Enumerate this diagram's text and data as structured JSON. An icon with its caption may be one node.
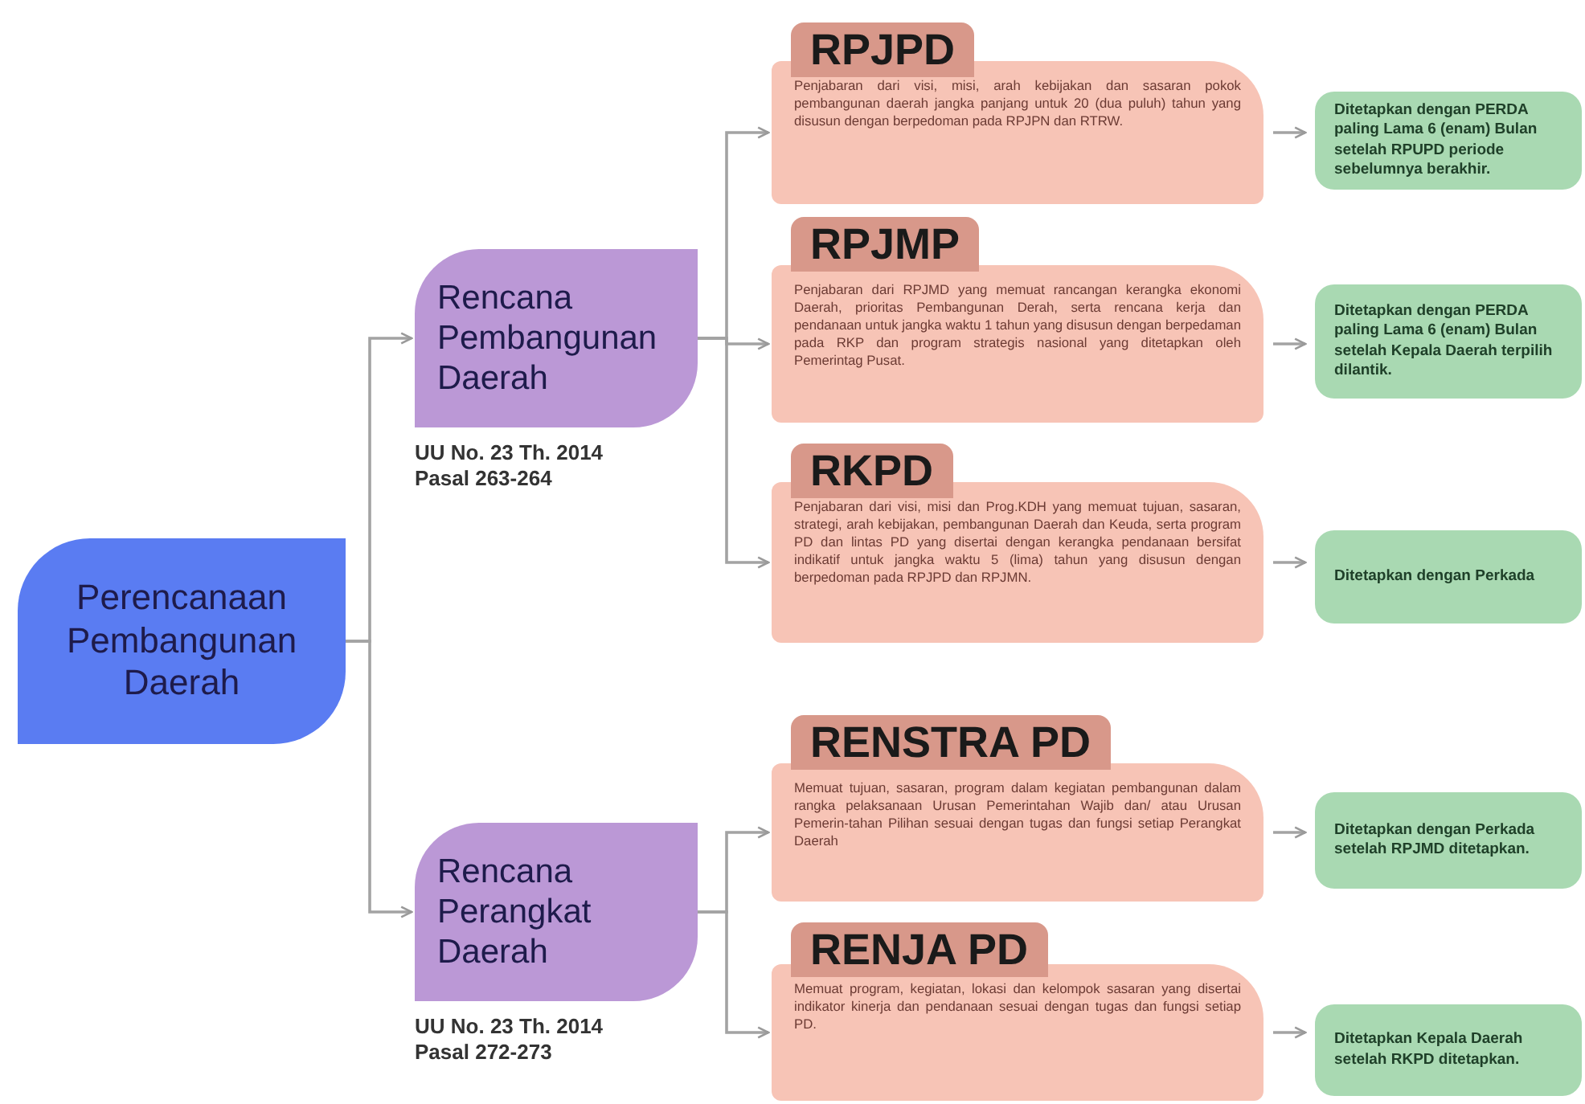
{
  "diagram": {
    "nodes": [
      {
        "text": [
          "Perencanaan Pembangunan Daerah"
        ]
      },
      {
        "text": [
          "Rencana Pembangunan Daerah"
        ],
        "beside": [
          "UU No. 23 Th. 2014 Pasal 263-264"
        ]
      },
      {
        "text": [
          "Rencana Perangkat Daerah"
        ],
        "beside": [
          "UU No. 23 Th. 2014 Pasal 272-273"
        ]
      },
      {
        "text": [
          "RPJPD",
          "Penjabaran dari visi, misi, arah kebijakan dan sasaran pokok pembangunan daerah jangka panjang untuk 20 (dua puluh) tahun yang disusun dengan berpedoman pada RPJPN dan RTRW."
        ]
      },
      {
        "text": [
          "RPJMP",
          "Penjabaran dari RPJMD yang memuat rancangan kerangka ekonomi Daerah, prioritas Pembangunan Derah, serta rencana kerja dan pendanaan untuk jangka waktu 1 tahun yang disusun dengan berpedaman pada RKP dan program strategis nasional yang ditetapkan oleh Pemerintag Pusat."
        ]
      },
      {
        "text": [
          "RKPD",
          "Penjabaran dari visi, misi dan Prog.KDH yang memuat tujuan, sasaran, strategi, arah kebijakan, pembangunan Daerah dan Keuda, serta program PD dan lintas PD yang disertai dengan kerangka pendanaan bersifat indikatif untuk jangka waktu 5 (lima) tahun yang disusun dengan berpedoman pada RPJPD dan RPJMN."
        ]
      },
      {
        "text": [
          "RENSTRA PD",
          "Memuat tujuan, sasaran, program dalam kegiatan pembangunan dalam rangka pelaksanaan Urusan Pemerintahan Wajib dan/ atau Urusan Pemerin-tahan Pilihan sesuai dengan tugas dan fungsi setiap Perangkat Daerah"
        ]
      },
      {
        "text": [
          "RENJA PD",
          "Memuat program, kegiatan, lokasi dan kelompok sasaran yang disertai indikator kinerja dan pendanaan sesuai dengan tugas dan fungsi setiap PD."
        ]
      },
      {
        "text": [
          "Ditetapkan dengan PERDA paling Lama 6 (enam) Bulan setelah RPUPD periode sebelumnya berakhir."
        ]
      },
      {
        "text": [
          "Ditetapkan dengan PERDA paling Lama 6 (enam) Bulan setelah Kepala Daerah terpilih dilantik."
        ]
      },
      {
        "text": [
          "Ditetapkan dengan Perkada"
        ]
      },
      {
        "text": [
          "Ditetapkan dengan Perkada setelah RPJMD ditetapkan."
        ]
      },
      {
        "text": [
          "Ditetapkan Kepala Daerah setelah RKPD ditetapkan."
        ]
      }
    ],
    "edges": [
      {
        "from": 0,
        "to": 1,
        "arrow": "to"
      },
      {
        "from": 0,
        "to": 2,
        "arrow": "to"
      },
      {
        "from": 1,
        "to": 3,
        "arrow": "to"
      },
      {
        "from": 1,
        "to": 4,
        "arrow": "to"
      },
      {
        "from": 1,
        "to": 5,
        "arrow": "to"
      },
      {
        "from": 2,
        "to": 6,
        "arrow": "to"
      },
      {
        "from": 2,
        "to": 7,
        "arrow": "to"
      },
      {
        "from": 3,
        "to": 8,
        "arrow": "to"
      },
      {
        "from": 4,
        "to": 9,
        "arrow": "to"
      },
      {
        "from": 5,
        "to": 10,
        "arrow": "to"
      },
      {
        "from": 6,
        "to": 11,
        "arrow": "to"
      },
      {
        "from": 7,
        "to": 12,
        "arrow": "to"
      }
    ]
  }
}
